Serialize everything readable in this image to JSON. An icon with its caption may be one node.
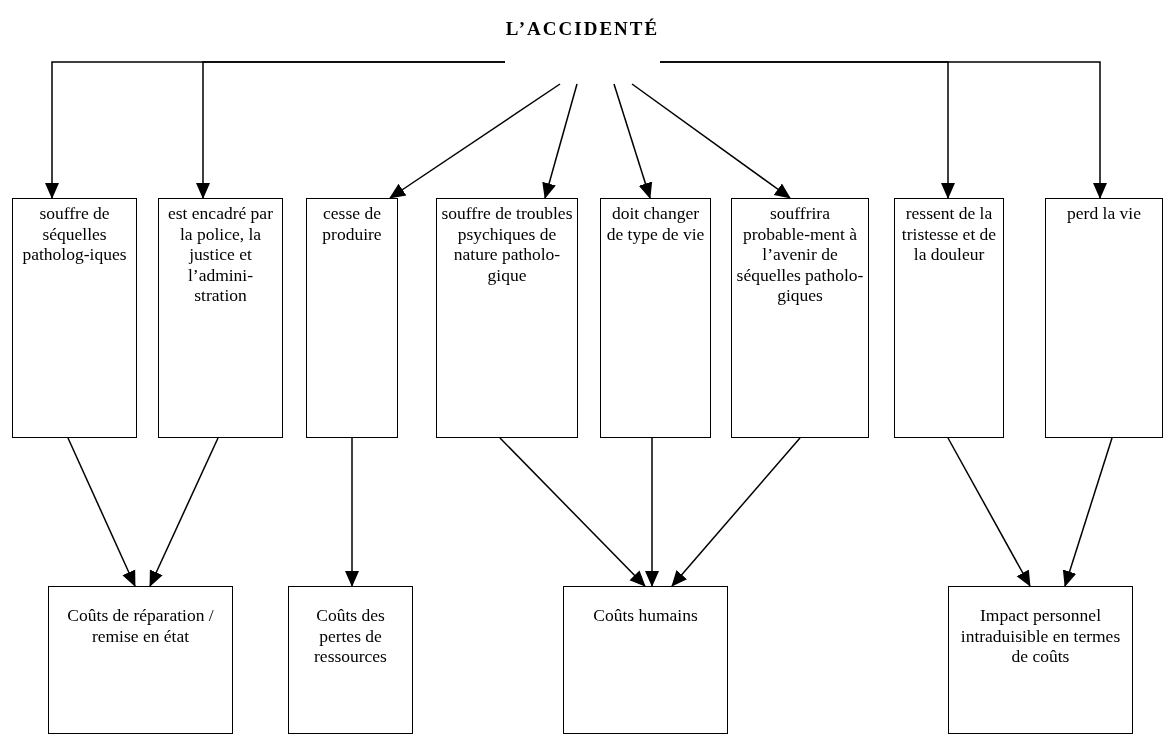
{
  "diagram": {
    "nodes": [
      {
        "text": [
          "L’ACCIDENTÉ"
        ]
      },
      {
        "text": [
          "souffre de séquelles patholog-iques"
        ]
      },
      {
        "text": [
          "est encadré par la police, la justice et l’admini-stration"
        ]
      },
      {
        "text": [
          "cesse de produire"
        ]
      },
      {
        "text": [
          "souffre de troubles psychiques de nature patholo-gique"
        ]
      },
      {
        "text": [
          "doit changer de type de vie"
        ]
      },
      {
        "text": [
          "souffrira probable-ment à l’avenir de séquelles patholo-giques"
        ]
      },
      {
        "text": [
          "ressent de la tristesse et de la douleur"
        ]
      },
      {
        "text": [
          "perd la vie"
        ]
      },
      {
        "text": [
          "Coûts de réparation / remise en état"
        ]
      },
      {
        "text": [
          "Coûts des pertes de ressources"
        ]
      },
      {
        "text": [
          "Coûts humains"
        ]
      },
      {
        "text": [
          "Impact personnel intraduisible en termes de coûts"
        ]
      }
    ],
    "edges": [
      {
        "from": 0,
        "to": 1,
        "arrow": "to"
      },
      {
        "from": 0,
        "to": 2,
        "arrow": "to"
      },
      {
        "from": 0,
        "to": 3,
        "arrow": "to"
      },
      {
        "from": 0,
        "to": 4,
        "arrow": "to"
      },
      {
        "from": 0,
        "to": 5,
        "arrow": "to"
      },
      {
        "from": 0,
        "to": 6,
        "arrow": "to"
      },
      {
        "from": 0,
        "to": 7,
        "arrow": "to"
      },
      {
        "from": 0,
        "to": 8,
        "arrow": "to"
      },
      {
        "from": 1,
        "to": 9,
        "arrow": "to"
      },
      {
        "from": 2,
        "to": 9,
        "arrow": "to"
      },
      {
        "from": 3,
        "to": 10,
        "arrow": "to"
      },
      {
        "from": 4,
        "to": 11,
        "arrow": "to"
      },
      {
        "from": 5,
        "to": 11,
        "arrow": "to"
      },
      {
        "from": 6,
        "to": 11,
        "arrow": "to"
      },
      {
        "from": 7,
        "to": 12,
        "arrow": "to"
      },
      {
        "from": 8,
        "to": 12,
        "arrow": "to"
      }
    ]
  }
}
